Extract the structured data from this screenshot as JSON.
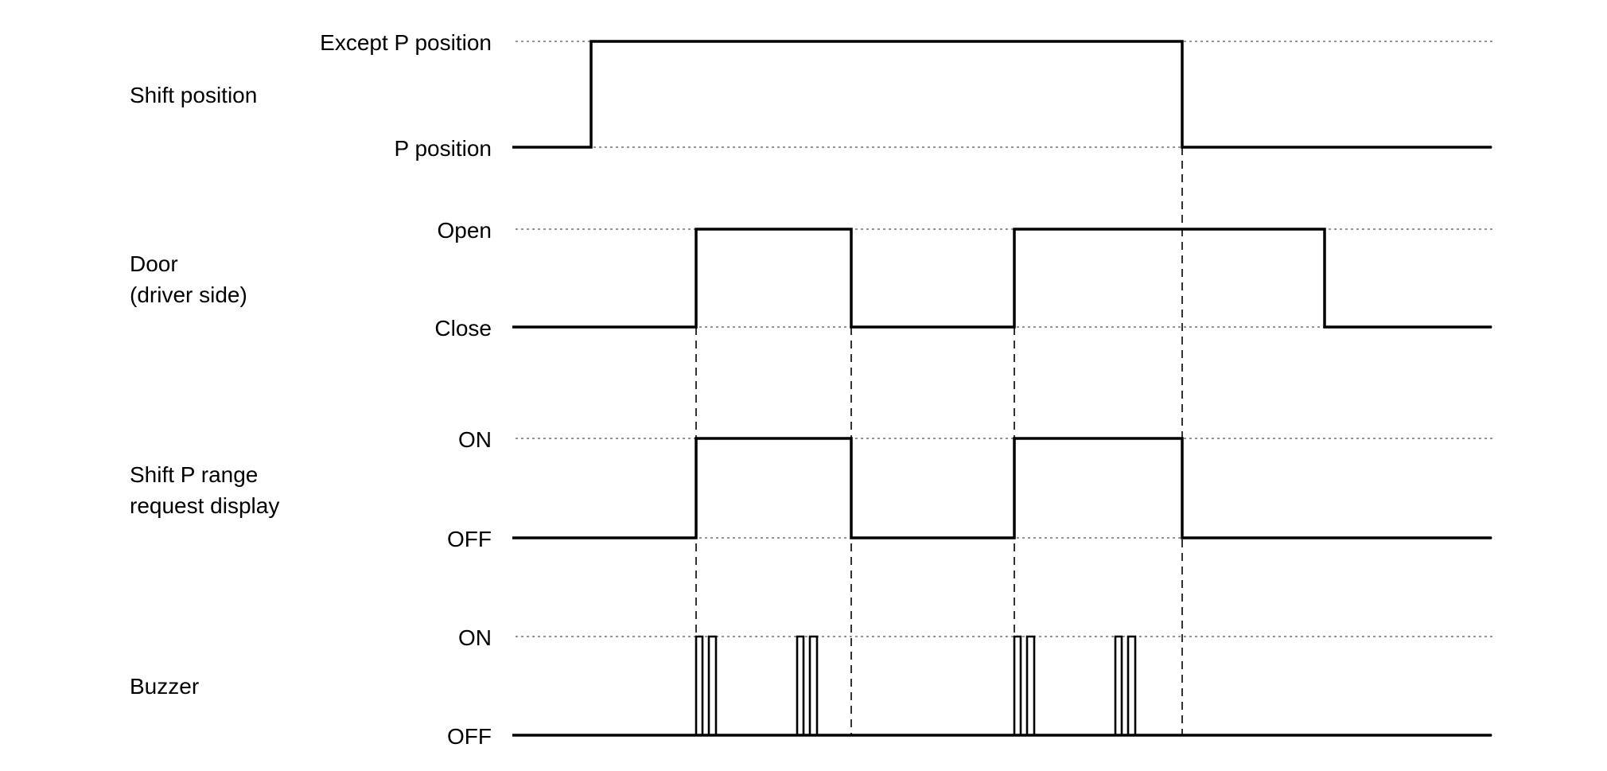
{
  "signals": [
    {
      "id": "shift",
      "name_lines": [
        "Shift position"
      ],
      "high_label": "Except P position",
      "low_label": "P position"
    },
    {
      "id": "door",
      "name_lines": [
        "Door",
        "(driver side)"
      ],
      "high_label": "Open",
      "low_label": "Close"
    },
    {
      "id": "pdisplay",
      "name_lines": [
        "Shift P range",
        "request display"
      ],
      "high_label": "ON",
      "low_label": "OFF"
    },
    {
      "id": "buzzer",
      "name_lines": [
        "Buzzer"
      ],
      "high_label": "ON",
      "low_label": "OFF"
    }
  ]
}
